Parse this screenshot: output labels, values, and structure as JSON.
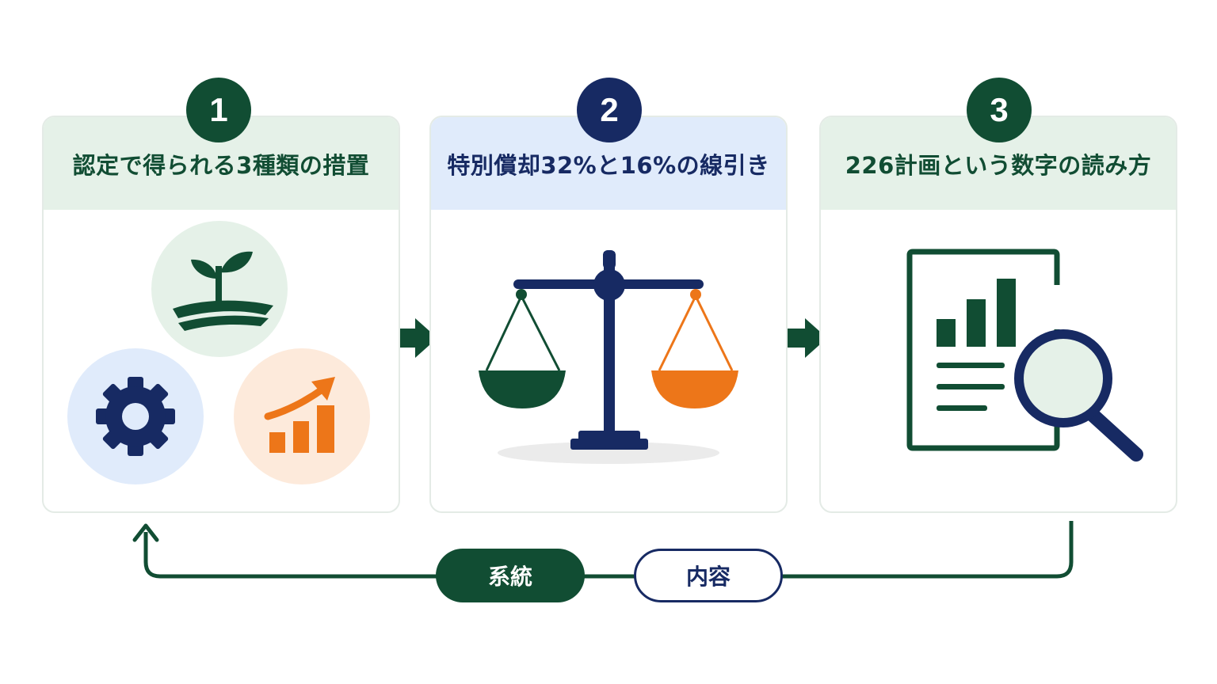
{
  "steps": [
    {
      "number": "1",
      "title": "認定で得られる3種類の措置"
    },
    {
      "number": "2",
      "title": "特別償却32%と16%の線引き"
    },
    {
      "number": "3",
      "title": "226計画という数字の読み方"
    }
  ],
  "loop": {
    "left_label": "系統",
    "right_label": "内容"
  },
  "colors": {
    "green": "#114d33",
    "navy": "#172a63",
    "orange": "#ed7619",
    "green_tint": "#e5f1e8",
    "blue_tint": "#e0ebfb",
    "orange_tint": "#fdeadb"
  },
  "icons": [
    "sprout-icon",
    "gear-icon",
    "growth-chart-icon",
    "balance-scale-icon",
    "report-magnifier-icon"
  ]
}
